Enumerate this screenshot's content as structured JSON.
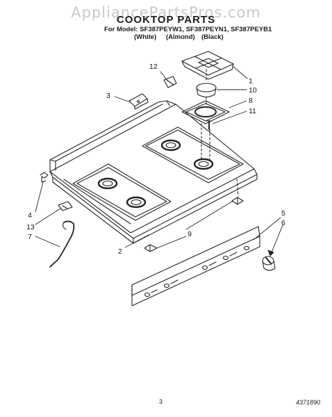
{
  "watermark": "AppliancePartsPros.com",
  "title": "COOKTOP PARTS",
  "model_line": "For Model: SF387PEYW1, SF387PEYN1, SF387PEYB1",
  "colors": [
    "(White)",
    "(Almond)",
    "(Black)"
  ],
  "callouts": [
    "1",
    "10",
    "8",
    "11",
    "12",
    "3",
    "5",
    "6",
    "4",
    "13",
    "7",
    "9",
    "2"
  ],
  "page_number": "3",
  "doc_number": "4371890"
}
